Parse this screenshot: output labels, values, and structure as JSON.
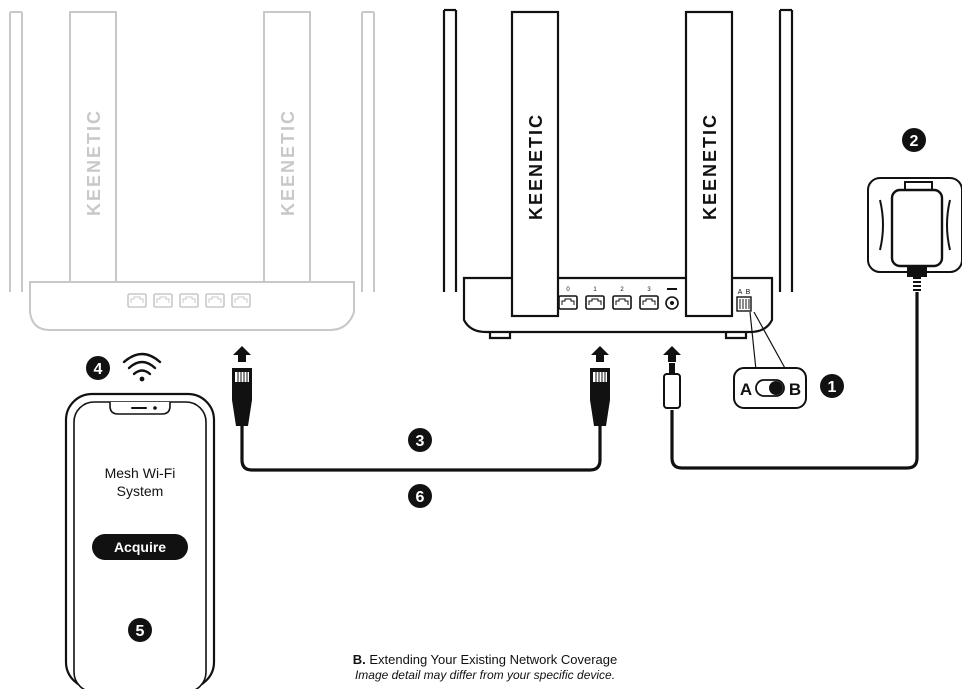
{
  "brand": "KEENETIC",
  "phone": {
    "title_line1": "Mesh Wi-Fi",
    "title_line2": "System",
    "button_label": "Acquire"
  },
  "switch": {
    "left": "A",
    "right": "B"
  },
  "port_labels": [
    "0",
    "1",
    "2",
    "3"
  ],
  "mode_labels": {
    "a": "A",
    "b": "B"
  },
  "steps": {
    "s1": "1",
    "s2": "2",
    "s3": "3",
    "s4": "4",
    "s5": "5",
    "s6": "6"
  },
  "caption": {
    "prefix": "B.",
    "text": " Extending Your Existing Network Coverage",
    "note": "Image detail may differ from your specific device."
  }
}
